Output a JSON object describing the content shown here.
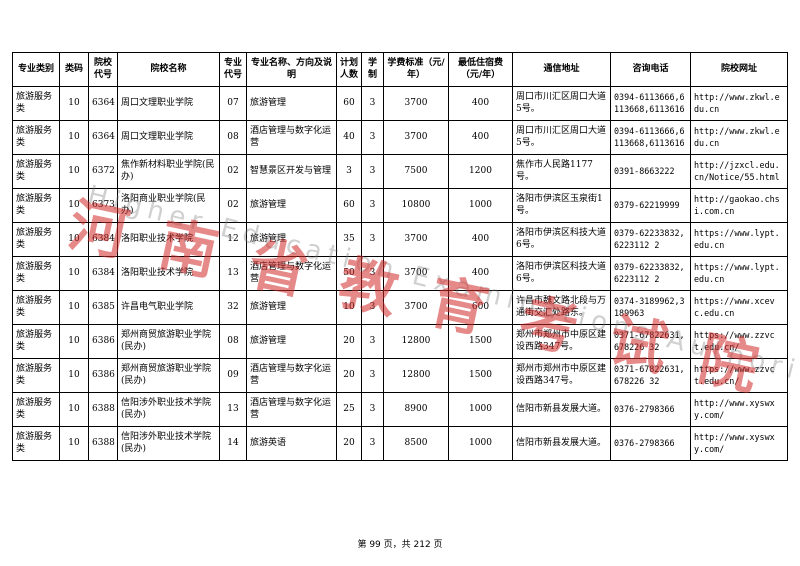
{
  "table": {
    "headers": [
      "专业类别",
      "类码",
      "院校代号",
      "院校名称",
      "专业代号",
      "专业名称、方向及说明",
      "计划人数",
      "学制",
      "学费标准（元/年）",
      "最低住宿费（元/年）",
      "通信地址",
      "咨询电话",
      "院校网址"
    ],
    "rows": [
      [
        "旅游服务类",
        "10",
        "6364",
        "周口文理职业学院",
        "07",
        "旅游管理",
        "60",
        "3",
        "3700",
        "400",
        "周口市川汇区周口大道5号。",
        "0394-6113666,6113668,6113616",
        "http://www.zkwl.edu.cn"
      ],
      [
        "旅游服务类",
        "10",
        "6364",
        "周口文理职业学院",
        "08",
        "酒店管理与数字化运营",
        "40",
        "3",
        "3700",
        "400",
        "周口市川汇区周口大道5号。",
        "0394-6113666,6113668,6113616",
        "http://www.zkwl.edu.cn"
      ],
      [
        "旅游服务类",
        "10",
        "6372",
        "焦作新材料职业学院(民办)",
        "02",
        "智慧景区开发与管理",
        "3",
        "3",
        "7500",
        "1200",
        "焦作市人民路1177号。",
        "0391-8663222",
        "http://jzxcl.edu.cn/Notice/55.html"
      ],
      [
        "旅游服务类",
        "10",
        "6373",
        "洛阳商业职业学院(民办)",
        "02",
        "旅游管理",
        "60",
        "3",
        "10800",
        "1000",
        "洛阳市伊滨区玉泉街1号。",
        "0379-62219999",
        "http://gaokao.chsi.com.cn"
      ],
      [
        "旅游服务类",
        "10",
        "6384",
        "洛阳职业技术学院",
        "12",
        "旅游管理",
        "35",
        "3",
        "3700",
        "400",
        "洛阳市伊滨区科技大道6号。",
        "0379-62233832,6223112 2",
        "https://www.lypt.edu.cn"
      ],
      [
        "旅游服务类",
        "10",
        "6384",
        "洛阳职业技术学院",
        "13",
        "酒店管理与数字化运营",
        "50",
        "3",
        "3700",
        "400",
        "洛阳市伊滨区科技大道6号。",
        "0379-62233832,6223112 2",
        "https://www.lypt.edu.cn"
      ],
      [
        "旅游服务类",
        "10",
        "6385",
        "许昌电气职业学院",
        "32",
        "旅游管理",
        "10",
        "3",
        "3700",
        "600",
        "许昌市魏文路北段与万通街交汇处路东。",
        "0374-3189962,3189963",
        "https://www.xcevc.edu.cn"
      ],
      [
        "旅游服务类",
        "10",
        "6386",
        "郑州商贸旅游职业学院(民办)",
        "08",
        "旅游管理",
        "20",
        "3",
        "12800",
        "1500",
        "郑州市郑州市中原区建设西路347号。",
        "0371-67822631,678226 32",
        "https://www.zzvct.edu.cn/"
      ],
      [
        "旅游服务类",
        "10",
        "6386",
        "郑州商贸旅游职业学院(民办)",
        "09",
        "酒店管理与数字化运营",
        "20",
        "3",
        "12800",
        "1500",
        "郑州市郑州市中原区建设西路347号。",
        "0371-67822631,678226 32",
        "https://www.zzvct.edu.cn/"
      ],
      [
        "旅游服务类",
        "10",
        "6388",
        "信阳涉外职业技术学院(民办)",
        "13",
        "酒店管理与数字化运营",
        "25",
        "3",
        "8900",
        "1000",
        "信阳市新县发展大道。",
        "0376-2798366",
        "http://www.xyswxy.com/"
      ],
      [
        "旅游服务类",
        "10",
        "6388",
        "信阳涉外职业技术学院(民办)",
        "14",
        "旅游英语",
        "20",
        "3",
        "8500",
        "1000",
        "信阳市新县发展大道。",
        "0376-2798366",
        "http://www.xyswxy.com/"
      ]
    ]
  },
  "footer": "第 99 页，共 212 页",
  "watermark": {
    "cn": "河南省教育考试院",
    "en": "Higher Education Examinations Authority of Henan"
  }
}
